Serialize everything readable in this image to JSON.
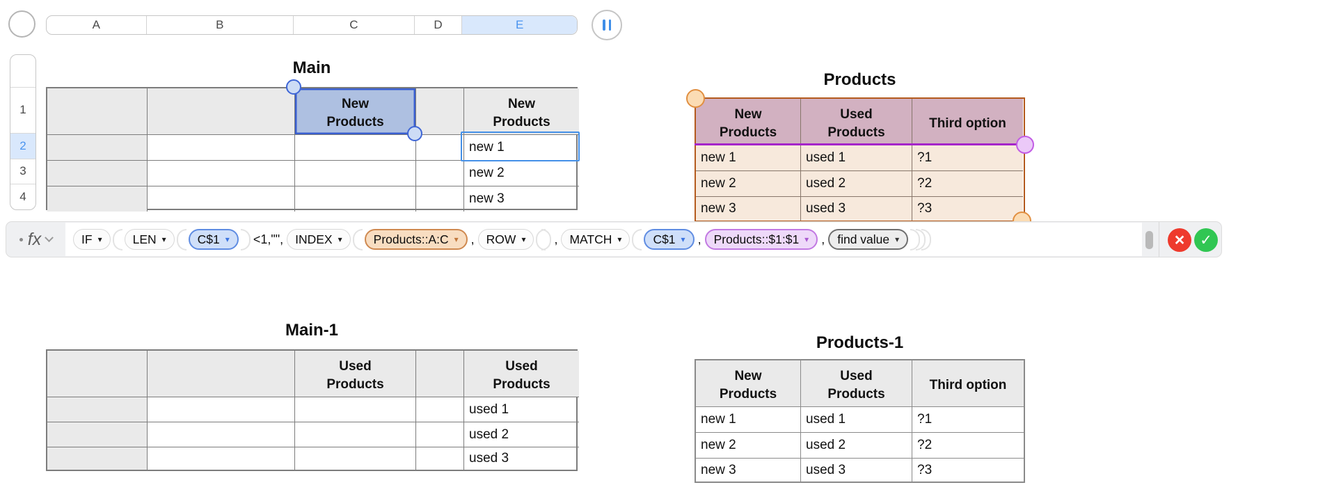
{
  "chrome": {
    "col_labels": [
      "A",
      "B",
      "C",
      "D",
      "E"
    ],
    "row_labels": [
      "1",
      "2",
      "3",
      "4"
    ],
    "selected_col": "E",
    "selected_row": "2"
  },
  "tables": {
    "main": {
      "title": "Main",
      "c_header": "New\nProducts",
      "e_header": "New\nProducts",
      "e_values": [
        "new 1",
        "new 2",
        "new 3"
      ]
    },
    "products": {
      "title": "Products",
      "headers": [
        "New\nProducts",
        "Used\nProducts",
        "Third option"
      ],
      "rows": [
        [
          "new 1",
          "used 1",
          "?1"
        ],
        [
          "new 2",
          "used 2",
          "?2"
        ],
        [
          "new 3",
          "used 3",
          "?3"
        ]
      ]
    },
    "main1": {
      "title": "Main-1",
      "c_header": "Used\nProducts",
      "e_header": "Used\nProducts",
      "e_values": [
        "used 1",
        "used 2",
        "used 3"
      ]
    },
    "products1": {
      "title": "Products-1",
      "headers": [
        "New\nProducts",
        "Used\nProducts",
        "Third option"
      ],
      "rows": [
        [
          "new 1",
          "used 1",
          "?1"
        ],
        [
          "new 2",
          "used 2",
          "?2"
        ],
        [
          "new 3",
          "used 3",
          "?3"
        ]
      ]
    }
  },
  "formula_bar": {
    "fx_label": "fx",
    "caret": "▾",
    "tokens": {
      "if": "IF",
      "len": "LEN",
      "c1_first": "C$1",
      "lt_literal": "<1,\"\",",
      "index": "INDEX",
      "products_ac": "Products::A:C",
      "comma1": ",",
      "row": "ROW",
      "comma2": ",",
      "match": "MATCH",
      "c1_second": "C$1",
      "comma3": ",",
      "products_row1": "Products::$1:$1",
      "comma4": ",",
      "find_value": "find value"
    },
    "cancel_glyph": "×",
    "accept_glyph": "✓"
  },
  "colors": {
    "selection_blue": "#4490e8",
    "selected_cell_fill": "#aec0e1",
    "selected_col_fill": "#d9e8fc",
    "products_border_orange": "#b45a1d",
    "products_header_fill": "#d2b1c1",
    "products_body_fill": "#f7e9dc",
    "header_row_purple": "#a625c9",
    "cancel_red": "#ee3a2d",
    "accept_green": "#31c653"
  }
}
